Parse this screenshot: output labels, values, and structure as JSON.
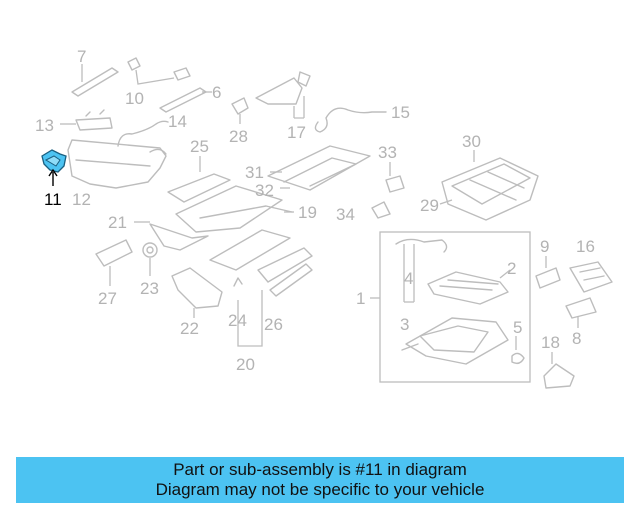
{
  "diagram": {
    "highlight_part": "11",
    "highlight_color": "#4cc3f2",
    "callouts": [
      "1",
      "2",
      "3",
      "4",
      "5",
      "6",
      "7",
      "8",
      "9",
      "10",
      "11",
      "12",
      "13",
      "14",
      "15",
      "16",
      "17",
      "18",
      "19",
      "20",
      "21",
      "22",
      "23",
      "24",
      "25",
      "26",
      "27",
      "28",
      "29",
      "30",
      "31",
      "32",
      "33",
      "34"
    ]
  },
  "banner": {
    "line1": "Part or sub-assembly is #11 in diagram",
    "line2": "Diagram may not be specific to your vehicle",
    "background": "#4cc3f2"
  }
}
